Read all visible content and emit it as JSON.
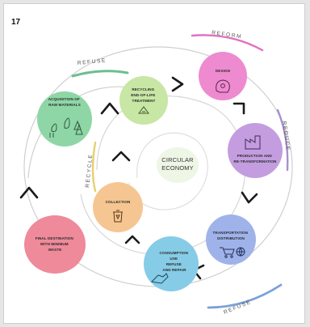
{
  "figure_number": "17",
  "center_label": {
    "line1": "CIRCULAR",
    "line2": "ECONOMY"
  },
  "side_labels": {
    "refuse_top": "REFUSE",
    "reform": "REFORM",
    "reduce": "REDUCE",
    "recycle": "RECYCLE",
    "refuse_bottom": "REFUSE"
  },
  "stages": [
    {
      "id": "acquisition",
      "lines": [
        "ACQUISITION OF",
        "RAW MATERIALS"
      ],
      "color": "#8ed6a6",
      "icon": "droplets-trees-icon"
    },
    {
      "id": "recycling-treatment",
      "lines": [
        "RECYCLING",
        "END-OF-LIFE",
        "TREATMENT"
      ],
      "color": "#c8e6a4",
      "icon": "recycle-icon"
    },
    {
      "id": "design",
      "lines": [
        "DESIGN"
      ],
      "color": "#ee8ad0",
      "icon": "head-gear-icon"
    },
    {
      "id": "production",
      "lines": [
        "PRODUCTION AND",
        "RE-TRANSFORMATION"
      ],
      "color": "#c39de0",
      "icon": "factory-icon"
    },
    {
      "id": "transportation",
      "lines": [
        "TRANSPORTATION",
        "DISTRIBUTION"
      ],
      "color": "#9fb3ea",
      "icon": "cart-globe-icon"
    },
    {
      "id": "consumption",
      "lines": [
        "CONSUMPTION",
        "USE",
        "REFUSE",
        "AND REPAIR"
      ],
      "color": "#86cce6",
      "icon": "hand-icon"
    },
    {
      "id": "collection",
      "lines": [
        "COLLECTION"
      ],
      "color": "#f6c692",
      "icon": "bin-icon"
    },
    {
      "id": "final-destination",
      "lines": [
        "FINAL DESTINATION",
        "WITH MINIMUM",
        "WASTE"
      ],
      "color": "#ee8a9a",
      "icon": ""
    }
  ],
  "accent_colors": {
    "refuse_top": "#6bbf8e",
    "reform": "#e26fc0",
    "reduce": "#a98fd0",
    "recycle": "#e8cf70",
    "refuse_bottom": "#7aa0d8"
  }
}
